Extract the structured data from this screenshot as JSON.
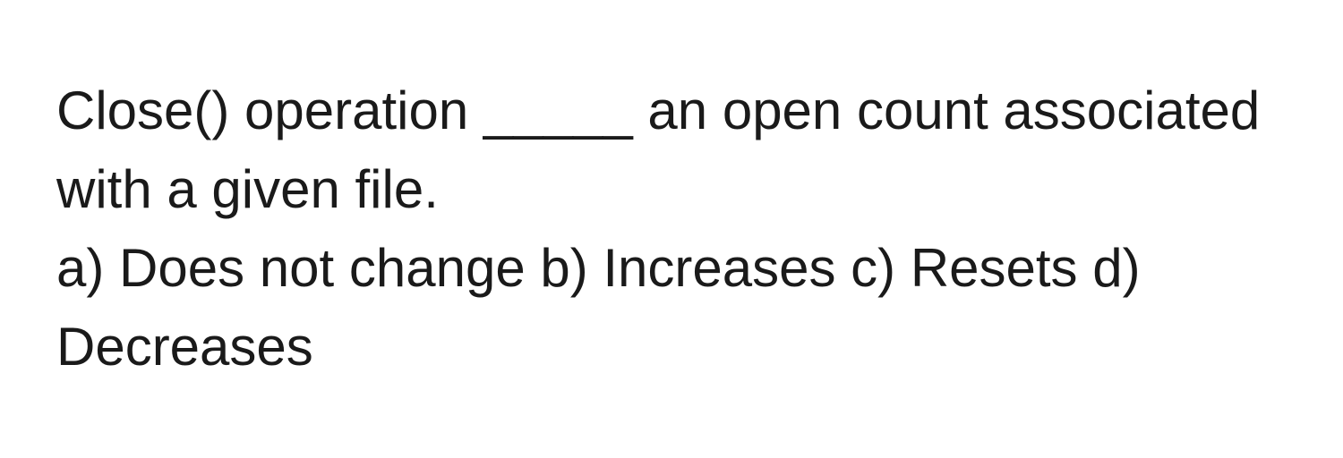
{
  "page": {
    "background_color": "#ffffff",
    "text_color": "#1a1a1a"
  },
  "question": {
    "full_text": "Close() operation _____ an open count associated with a given file.",
    "blank_placeholder": "_____",
    "lines": [
      "Close() operation _____ an open count associated",
      "with a given file."
    ]
  },
  "options": {
    "full_text": "a) Does not change b) Increases c) Resets d) Decreases",
    "lines": [
      "a) Does not change b) Increases c) Resets d)",
      "Decreases"
    ],
    "items": [
      {
        "key": "a",
        "label": "Does not change"
      },
      {
        "key": "b",
        "label": "Increases"
      },
      {
        "key": "c",
        "label": "Resets"
      },
      {
        "key": "d",
        "label": "Decreases"
      }
    ]
  }
}
